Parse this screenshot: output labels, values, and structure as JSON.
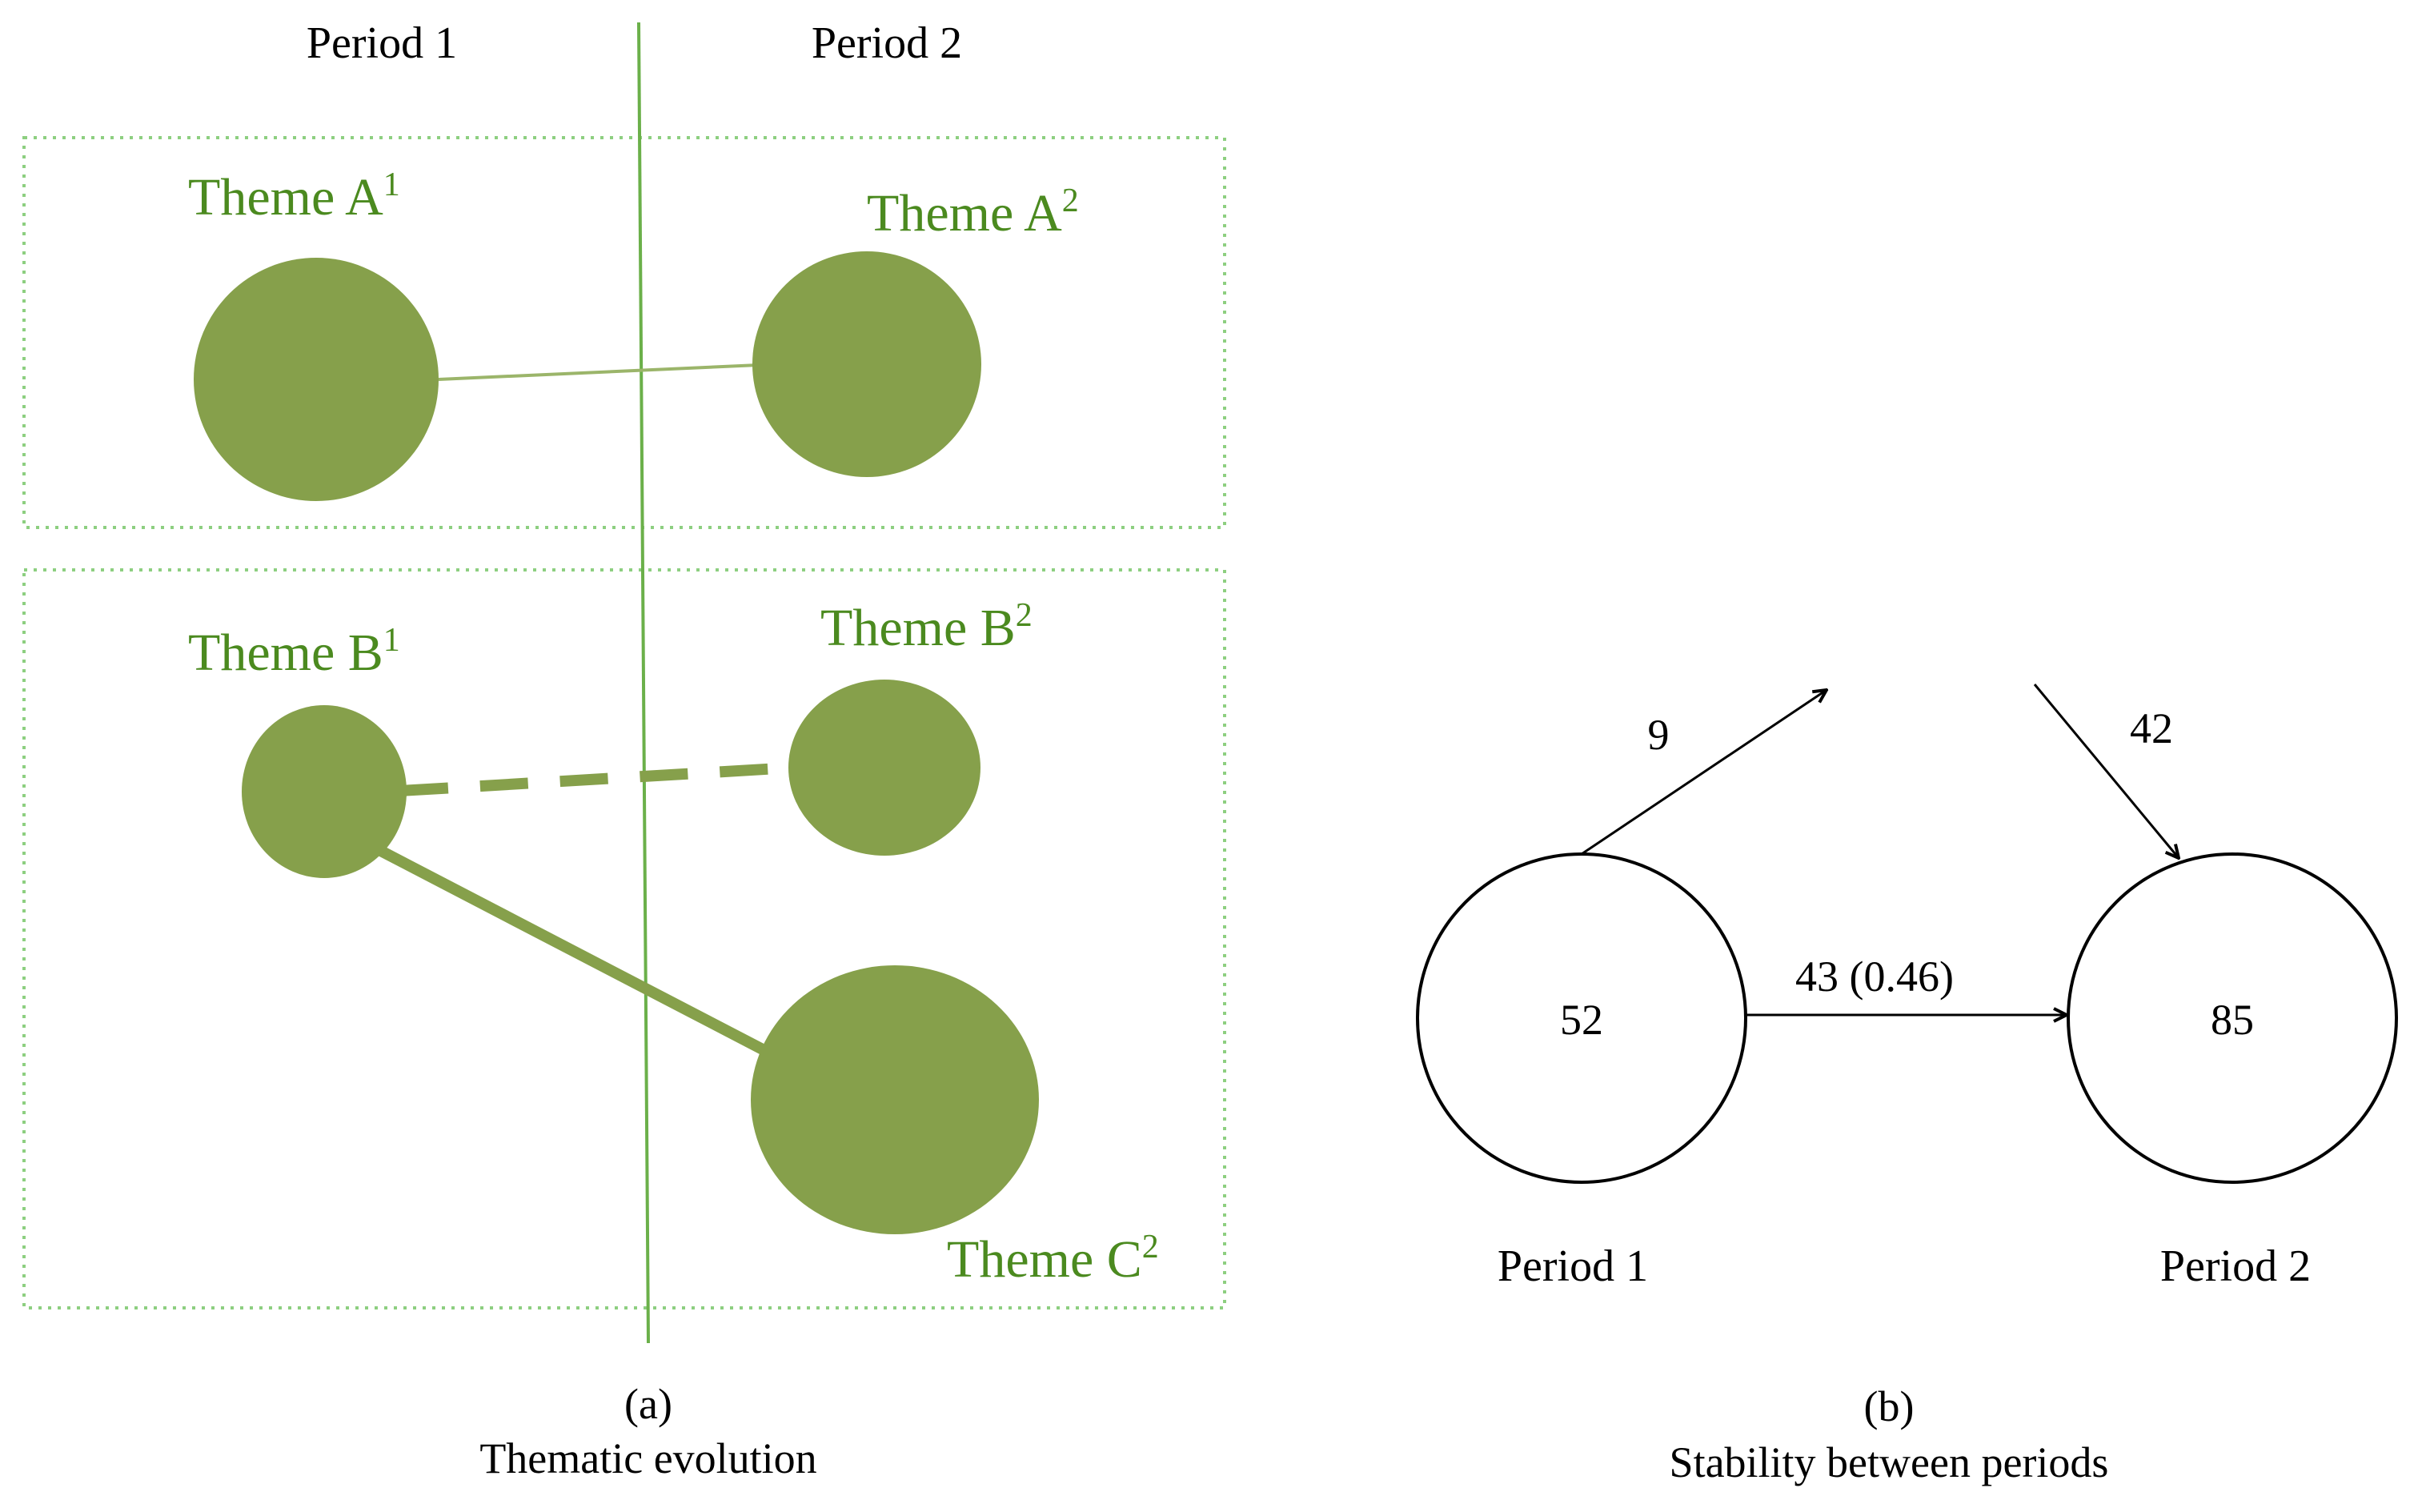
{
  "panel_a": {
    "period1_label": "Period 1",
    "period2_label": "Period 2",
    "themes": {
      "a1": {
        "name": "Theme A",
        "sup": "1"
      },
      "a2": {
        "name": "Theme A",
        "sup": "2"
      },
      "b1": {
        "name": "Theme B",
        "sup": "1"
      },
      "b2": {
        "name": "Theme B",
        "sup": "2"
      },
      "c2": {
        "name": "Theme C",
        "sup": "2"
      }
    },
    "caption_letter": "(a)",
    "caption_text": "Thematic evolution"
  },
  "panel_b": {
    "node_left_value": "52",
    "node_right_value": "85",
    "arrow_out_value": "9",
    "arrow_in_value": "42",
    "arrow_between_value": "43 (0.46)",
    "period1_label": "Period 1",
    "period2_label": "Period 2",
    "caption_letter": "(b)",
    "caption_text": "Stability between periods"
  },
  "colors": {
    "circle_fill": "#86a04b",
    "link": "#86a04b",
    "theme_text": "#4b8a1f",
    "divider": "#6bb04a",
    "dotted_box": "#8dcf80"
  }
}
